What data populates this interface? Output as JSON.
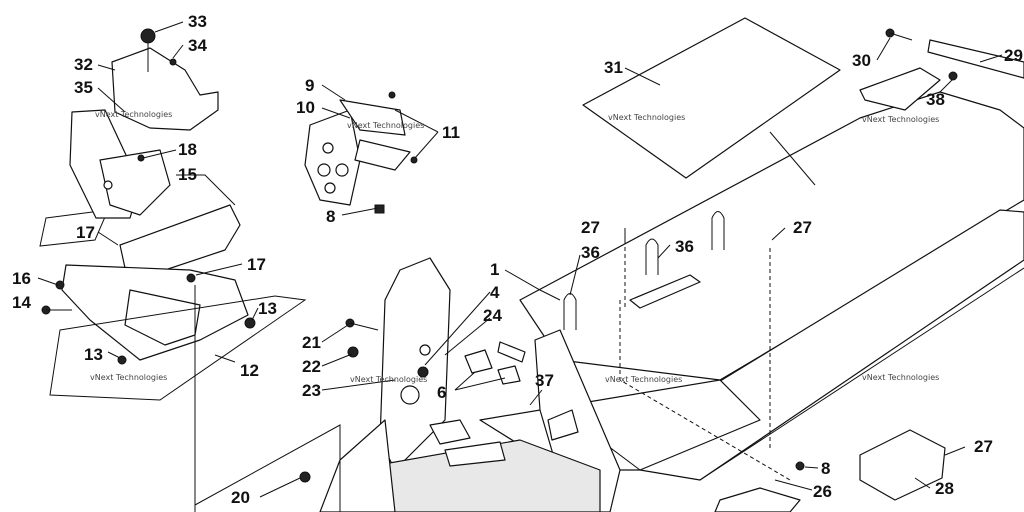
{
  "watermark": "vNext Technologies",
  "callouts": [
    {
      "id": "c33",
      "label": "33"
    },
    {
      "id": "c34",
      "label": "34"
    },
    {
      "id": "c32",
      "label": "32"
    },
    {
      "id": "c35",
      "label": "35"
    },
    {
      "id": "c18",
      "label": "18"
    },
    {
      "id": "c15",
      "label": "15"
    },
    {
      "id": "c17a",
      "label": "17"
    },
    {
      "id": "c17b",
      "label": "17"
    },
    {
      "id": "c16",
      "label": "16"
    },
    {
      "id": "c14",
      "label": "14"
    },
    {
      "id": "c13a",
      "label": "13"
    },
    {
      "id": "c13b",
      "label": "13"
    },
    {
      "id": "c12",
      "label": "12"
    },
    {
      "id": "c9",
      "label": "9"
    },
    {
      "id": "c10",
      "label": "10"
    },
    {
      "id": "c11",
      "label": "11"
    },
    {
      "id": "c8a",
      "label": "8"
    },
    {
      "id": "c31",
      "label": "31"
    },
    {
      "id": "c30",
      "label": "30"
    },
    {
      "id": "c29",
      "label": "29"
    },
    {
      "id": "c38",
      "label": "38"
    },
    {
      "id": "c27a",
      "label": "27"
    },
    {
      "id": "c27b",
      "label": "27"
    },
    {
      "id": "c36a",
      "label": "36"
    },
    {
      "id": "c36b",
      "label": "36"
    },
    {
      "id": "c1",
      "label": "1"
    },
    {
      "id": "c4",
      "label": "4"
    },
    {
      "id": "c24",
      "label": "24"
    },
    {
      "id": "c21",
      "label": "21"
    },
    {
      "id": "c22",
      "label": "22"
    },
    {
      "id": "c23",
      "label": "23"
    },
    {
      "id": "c6",
      "label": "6"
    },
    {
      "id": "c37",
      "label": "37"
    },
    {
      "id": "c20",
      "label": "20"
    },
    {
      "id": "c8b",
      "label": "8"
    },
    {
      "id": "c26",
      "label": "26"
    },
    {
      "id": "c27c",
      "label": "27"
    },
    {
      "id": "c28",
      "label": "28"
    }
  ]
}
